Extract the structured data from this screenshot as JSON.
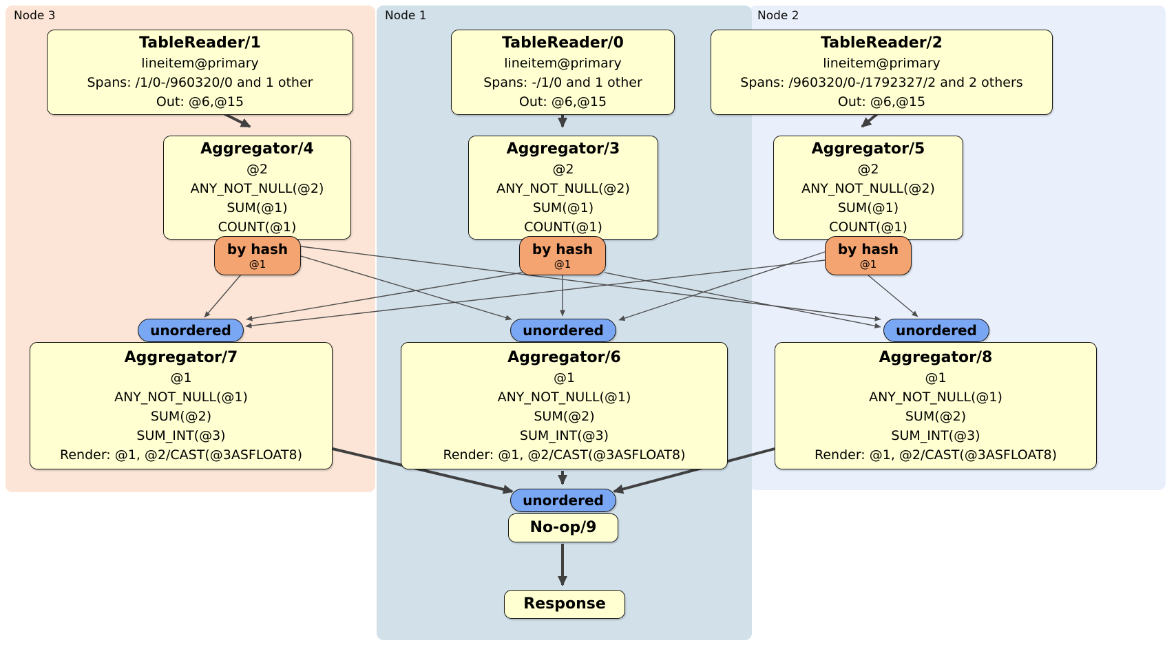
{
  "regions": {
    "node3": {
      "label": "Node 3"
    },
    "node1": {
      "label": "Node 1"
    },
    "node2": {
      "label": "Node 2"
    }
  },
  "processors": {
    "tablereader1": {
      "title": "TableReader/1",
      "lines": [
        "lineitem@primary",
        "Spans: /1/0-/960320/0 and 1 other",
        "Out: @6,@15"
      ]
    },
    "tablereader0": {
      "title": "TableReader/0",
      "lines": [
        "lineitem@primary",
        "Spans: -/1/0 and 1 other",
        "Out: @6,@15"
      ]
    },
    "tablereader2": {
      "title": "TableReader/2",
      "lines": [
        "lineitem@primary",
        "Spans: /960320/0-/1792327/2 and 2 others",
        "Out: @6,@15"
      ]
    },
    "aggregator4": {
      "title": "Aggregator/4",
      "lines": [
        "@2",
        "ANY_NOT_NULL(@2)",
        "SUM(@1)",
        "COUNT(@1)"
      ]
    },
    "aggregator3": {
      "title": "Aggregator/3",
      "lines": [
        "@2",
        "ANY_NOT_NULL(@2)",
        "SUM(@1)",
        "COUNT(@1)"
      ]
    },
    "aggregator5": {
      "title": "Aggregator/5",
      "lines": [
        "@2",
        "ANY_NOT_NULL(@2)",
        "SUM(@1)",
        "COUNT(@1)"
      ]
    },
    "aggregator7": {
      "title": "Aggregator/7",
      "lines": [
        "@1",
        "ANY_NOT_NULL(@1)",
        "SUM(@2)",
        "SUM_INT(@3)",
        "Render: @1, @2/CAST(@3ASFLOAT8)"
      ]
    },
    "aggregator6": {
      "title": "Aggregator/6",
      "lines": [
        "@1",
        "ANY_NOT_NULL(@1)",
        "SUM(@2)",
        "SUM_INT(@3)",
        "Render: @1, @2/CAST(@3ASFLOAT8)"
      ]
    },
    "aggregator8": {
      "title": "Aggregator/8",
      "lines": [
        "@1",
        "ANY_NOT_NULL(@1)",
        "SUM(@2)",
        "SUM_INT(@3)",
        "Render: @1, @2/CAST(@3ASFLOAT8)"
      ]
    },
    "noop9": {
      "title": "No-op/9"
    },
    "response": {
      "title": "Response"
    }
  },
  "routers": {
    "left": {
      "label": "by hash",
      "detail": "@1"
    },
    "middle": {
      "label": "by hash",
      "detail": "@1"
    },
    "right": {
      "label": "by hash",
      "detail": "@1"
    }
  },
  "synchronizers": {
    "left": {
      "label": "unordered"
    },
    "middle": {
      "label": "unordered"
    },
    "right": {
      "label": "unordered"
    },
    "final": {
      "label": "unordered"
    }
  },
  "colors": {
    "node3_bg": "#fce5d6",
    "node1_bg": "#d2e0ea",
    "node2_bg": "#eaf0fb",
    "processor_bg": "#ffffd2",
    "router_bg": "#f4a470",
    "sync_bg": "#7aa7f3",
    "box_border": "#141414",
    "edge_thin": "#4d4d4d",
    "edge_thick": "#404040"
  }
}
